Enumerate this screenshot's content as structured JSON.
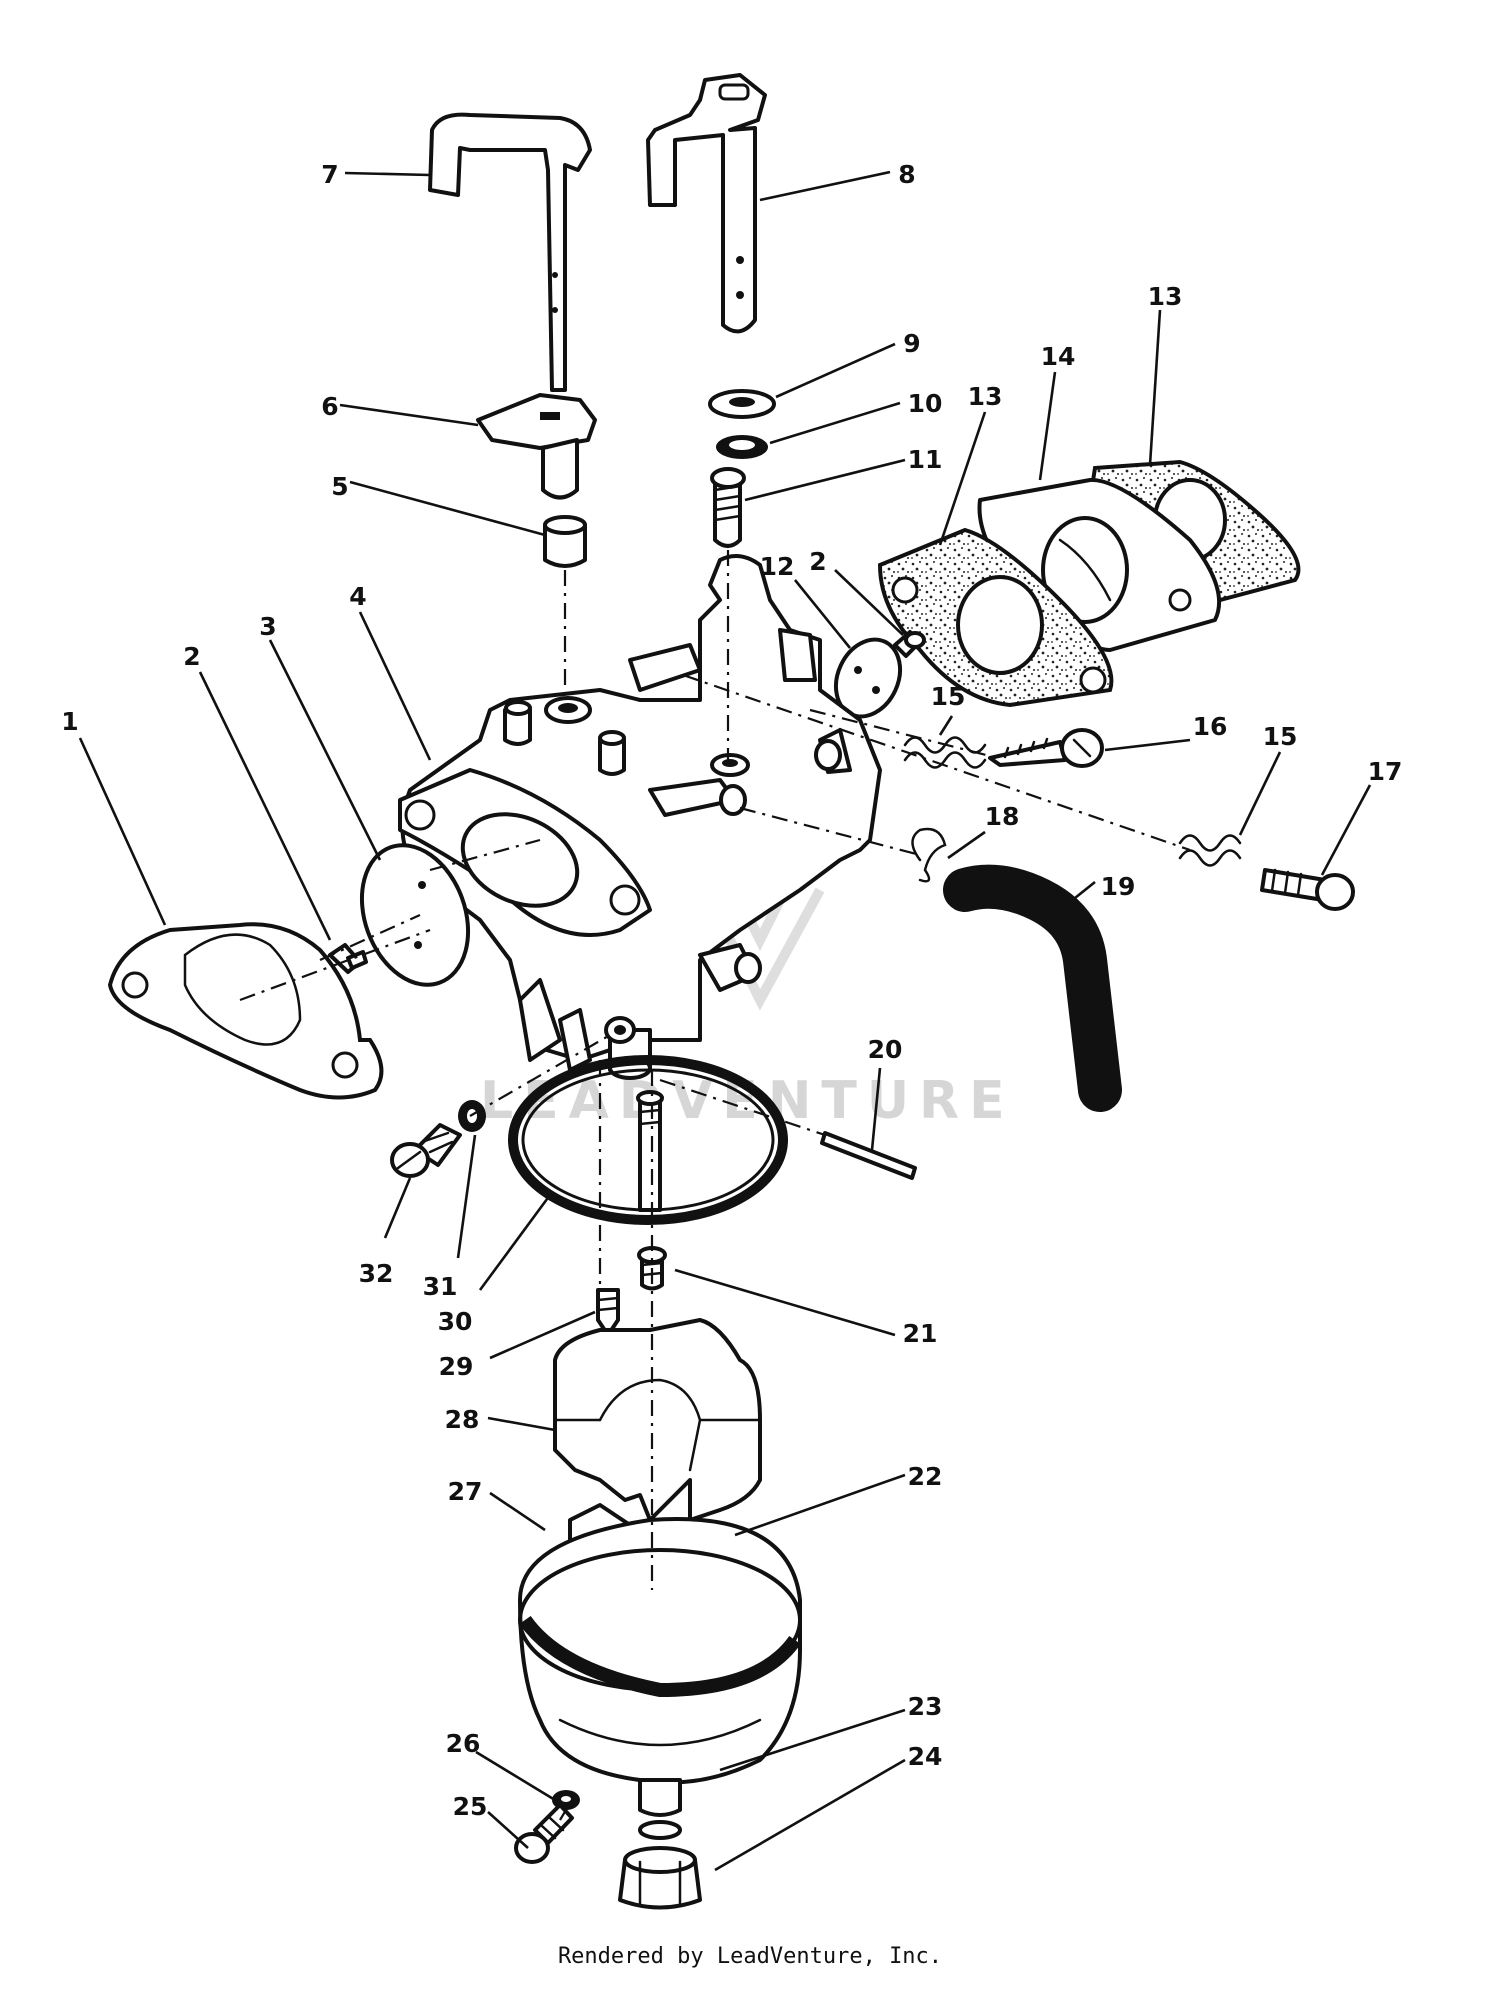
{
  "watermark": "LEADVENTURE",
  "footer": "Rendered by LeadVenture, Inc.",
  "callouts": [
    {
      "id": "c1",
      "label": "1"
    },
    {
      "id": "c2a",
      "label": "2"
    },
    {
      "id": "c2b",
      "label": "2"
    },
    {
      "id": "c3",
      "label": "3"
    },
    {
      "id": "c4",
      "label": "4"
    },
    {
      "id": "c5",
      "label": "5"
    },
    {
      "id": "c6",
      "label": "6"
    },
    {
      "id": "c7",
      "label": "7"
    },
    {
      "id": "c8",
      "label": "8"
    },
    {
      "id": "c9",
      "label": "9"
    },
    {
      "id": "c10",
      "label": "10"
    },
    {
      "id": "c11",
      "label": "11"
    },
    {
      "id": "c12",
      "label": "12"
    },
    {
      "id": "c13a",
      "label": "13"
    },
    {
      "id": "c13b",
      "label": "13"
    },
    {
      "id": "c14",
      "label": "14"
    },
    {
      "id": "c15a",
      "label": "15"
    },
    {
      "id": "c15b",
      "label": "15"
    },
    {
      "id": "c16",
      "label": "16"
    },
    {
      "id": "c17",
      "label": "17"
    },
    {
      "id": "c18",
      "label": "18"
    },
    {
      "id": "c19",
      "label": "19"
    },
    {
      "id": "c20",
      "label": "20"
    },
    {
      "id": "c21",
      "label": "21"
    },
    {
      "id": "c22",
      "label": "22"
    },
    {
      "id": "c23",
      "label": "23"
    },
    {
      "id": "c24",
      "label": "24"
    },
    {
      "id": "c25",
      "label": "25"
    },
    {
      "id": "c26",
      "label": "26"
    },
    {
      "id": "c27",
      "label": "27"
    },
    {
      "id": "c28",
      "label": "28"
    },
    {
      "id": "c29",
      "label": "29"
    },
    {
      "id": "c30",
      "label": "30"
    },
    {
      "id": "c31",
      "label": "31"
    },
    {
      "id": "c32",
      "label": "32"
    }
  ]
}
